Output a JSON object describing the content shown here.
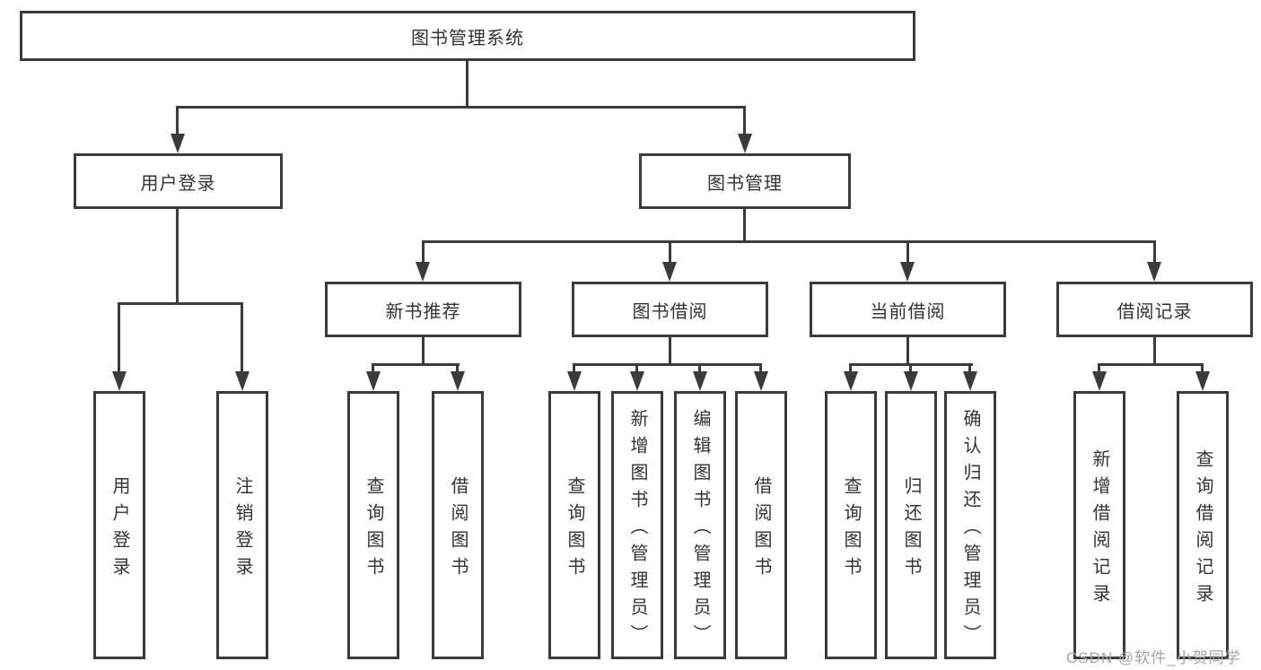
{
  "nodes": {
    "root": "图书管理系统",
    "user_login_branch": "用户登录",
    "book_mgmt_branch": "图书管理",
    "new_book_recommend": "新书推荐",
    "book_borrow": "图书借阅",
    "current_borrow": "当前借阅",
    "borrow_records": "借阅记录",
    "leaf_user_login": "用户登录",
    "leaf_logout": "注销登录",
    "leaf_query_book_1": "查询图书",
    "leaf_borrow_book_1": "借阅图书",
    "leaf_query_book_2": "查询图书",
    "leaf_add_book_admin": "新增图书（管理员）",
    "leaf_edit_book_admin": "编辑图书（管理员）",
    "leaf_borrow_book_2": "借阅图书",
    "leaf_query_book_3": "查询图书",
    "leaf_return_book": "归还图书",
    "leaf_confirm_return_admin": "确认归还（管理员）",
    "leaf_add_borrow_record": "新增借阅记录",
    "leaf_query_borrow_record": "查询借阅记录"
  },
  "watermark": "CSDN @软件_小贺同学",
  "colors": {
    "line": "#3b3b3b",
    "text": "#333333",
    "watermark": "#a5a5a5",
    "background": "#ffffff"
  }
}
